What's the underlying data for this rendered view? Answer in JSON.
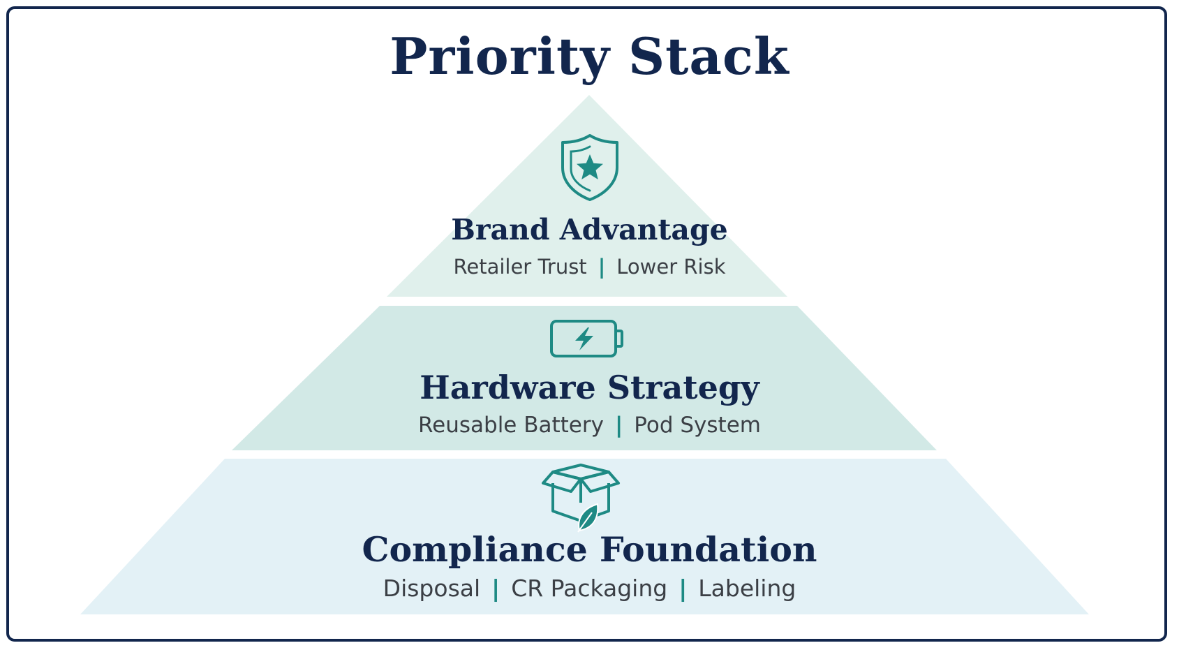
{
  "title": "Priority Stack",
  "colors": {
    "navy": "#12264d",
    "teal": "#1e8a84",
    "tier_top_fill": "#e0f0ec",
    "tier_mid_fill": "#d2e9e6",
    "tier_bottom_fill": "#e3f1f6"
  },
  "tiers": [
    {
      "title": "Brand Advantage",
      "icon": "shield-star-icon",
      "items": [
        "Retailer Trust",
        "Lower Risk"
      ]
    },
    {
      "title": "Hardware Strategy",
      "icon": "battery-bolt-icon",
      "items": [
        "Reusable Battery",
        "Pod System"
      ]
    },
    {
      "title": "Compliance Foundation",
      "icon": "box-leaf-icon",
      "items": [
        "Disposal",
        "CR Packaging",
        "Labeling"
      ]
    }
  ],
  "separator": "|"
}
